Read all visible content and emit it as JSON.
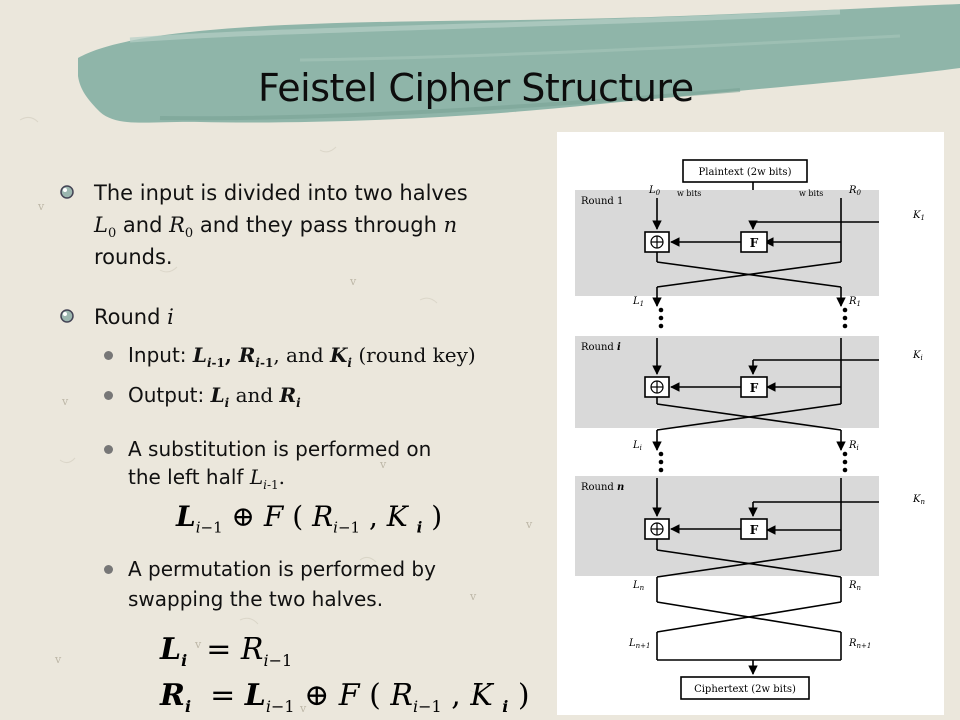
{
  "slide": {
    "title": "Feistel Cipher Structure",
    "bullets": {
      "b1_line1": "The input is divided into two halves",
      "b1_and": " and ",
      "b1_pass": " and they pass through ",
      "b1_rounds": "rounds.",
      "round_label": "Round ",
      "round_var": "i",
      "input_label": "Input: ",
      "and_word": "and",
      "round_key": "(round key)",
      "output_label": "Output: ",
      "subst_line1": "A substitution is performed on",
      "subst_line2": "the left half ",
      "perm_line1": "A permutation is performed by",
      "perm_line2": "swapping the two halves."
    }
  },
  "colors": {
    "background": "#ebe7dc",
    "title_band": "#8fb5a9",
    "round_fill": "#d9d9d9"
  },
  "diagram": {
    "plaintext": "Plaintext (2w bits)",
    "ciphertext": "Ciphertext (2w bits)",
    "w_bits": "w bits",
    "f_label": "F",
    "xor_symbol": "⊕",
    "round1": "Round 1",
    "round_i": "Round i",
    "round_n": "Round n"
  }
}
